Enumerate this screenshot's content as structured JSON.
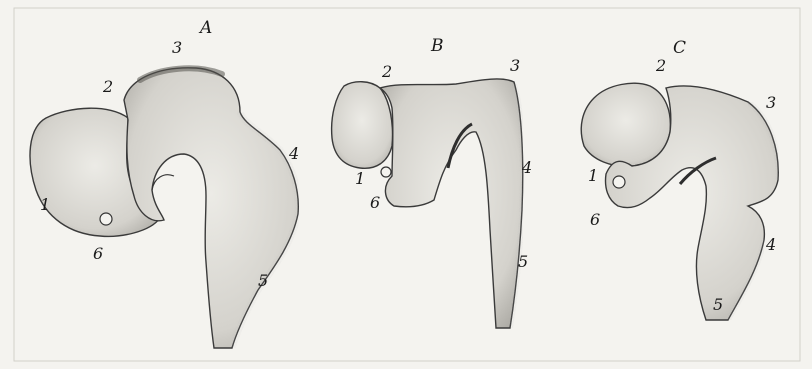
{
  "panels": [
    {
      "letter": "A",
      "labels": {
        "n1": "1",
        "n2": "2",
        "n3": "3",
        "n4": "4",
        "n5": "5",
        "n6": "6"
      }
    },
    {
      "letter": "B",
      "labels": {
        "n1": "1",
        "n2": "2",
        "n3": "3",
        "n4": "4",
        "n5": "5",
        "n6": "6"
      }
    },
    {
      "letter": "C",
      "labels": {
        "n1": "1",
        "n2": "2",
        "n3": "3",
        "n4": "4",
        "n5": "5",
        "n6": "6"
      }
    }
  ],
  "colors": {
    "background": "#f4f3ef",
    "fill": "#dcdad4",
    "outline": "#2a2a2a",
    "shade": "#6f6d68"
  }
}
